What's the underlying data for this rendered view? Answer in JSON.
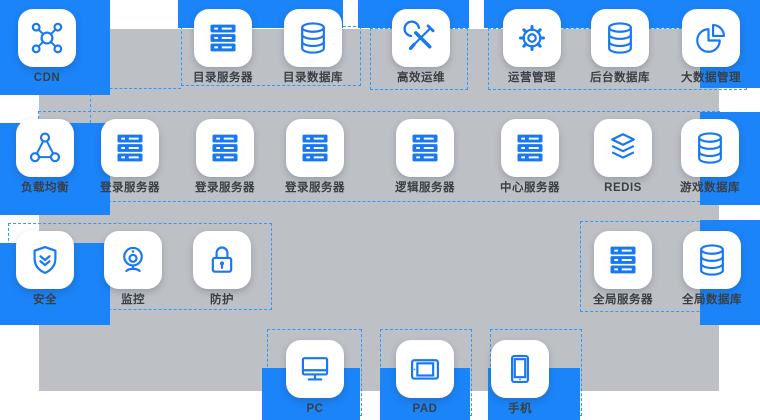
{
  "diagram": {
    "type": "system-architecture-topology",
    "colors": {
      "frame_blue": "#1b84f8",
      "icon_blue": "#1678f2",
      "panel_gray": "#bdc1c6",
      "dash_blue": "#2e9bff",
      "label_dark": "#3a3f44",
      "tile_bg": "#ffffff"
    }
  },
  "nodes": [
    {
      "id": "cdn",
      "label": "CDN",
      "icon": "network-hub-icon"
    },
    {
      "id": "dir-server",
      "label": "目录服务器",
      "icon": "server-rack-icon"
    },
    {
      "id": "dir-db",
      "label": "目录数据库",
      "icon": "database-icon"
    },
    {
      "id": "ops",
      "label": "高效运维",
      "icon": "tools-icon"
    },
    {
      "id": "op-mgmt",
      "label": "运营管理",
      "icon": "gear-icon"
    },
    {
      "id": "backend-db",
      "label": "后台数据库",
      "icon": "database-icon"
    },
    {
      "id": "bigdata",
      "label": "大数据管理",
      "icon": "pie-chart-icon"
    },
    {
      "id": "load-balance",
      "label": "负载均衡",
      "icon": "triangle-network-icon"
    },
    {
      "id": "login-1",
      "label": "登录服务器",
      "icon": "server-rack-icon"
    },
    {
      "id": "login-2",
      "label": "登录服务器",
      "icon": "server-rack-icon"
    },
    {
      "id": "login-3",
      "label": "登录服务器",
      "icon": "server-rack-icon"
    },
    {
      "id": "logic",
      "label": "逻辑服务器",
      "icon": "server-rack-icon"
    },
    {
      "id": "central",
      "label": "中心服务器",
      "icon": "server-rack-icon"
    },
    {
      "id": "redis",
      "label": "REDIS",
      "icon": "layers-icon"
    },
    {
      "id": "game-db",
      "label": "游戏数据库",
      "icon": "database-icon"
    },
    {
      "id": "security",
      "label": "安全",
      "icon": "shield-icon"
    },
    {
      "id": "monitoring",
      "label": "监控",
      "icon": "webcam-icon"
    },
    {
      "id": "protection",
      "label": "防护",
      "icon": "padlock-icon"
    },
    {
      "id": "global-server",
      "label": "全局服务器",
      "icon": "server-rack-icon"
    },
    {
      "id": "global-db",
      "label": "全局数据库",
      "icon": "database-icon"
    },
    {
      "id": "pc",
      "label": "PC",
      "icon": "monitor-icon"
    },
    {
      "id": "pad",
      "label": "PAD",
      "icon": "tablet-icon"
    },
    {
      "id": "phone",
      "label": "手机",
      "icon": "phone-icon"
    }
  ]
}
